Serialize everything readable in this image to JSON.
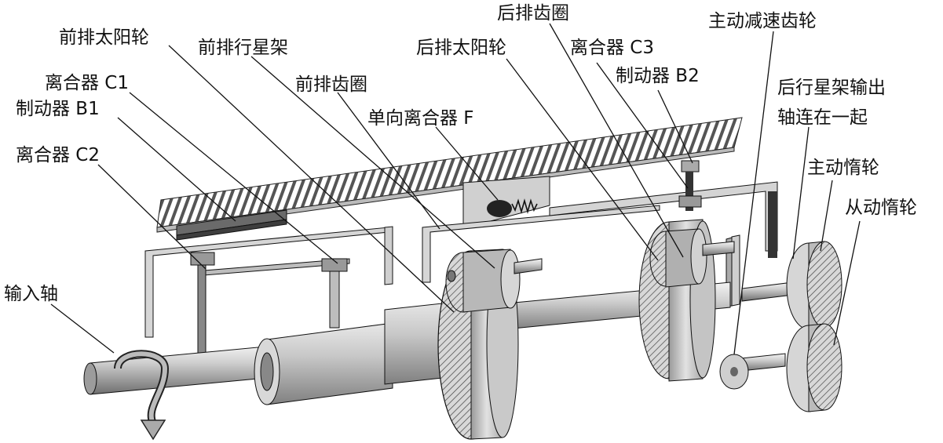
{
  "labels": {
    "front_sun_gear": "前排太阳轮",
    "front_planet_carrier": "前排行星架",
    "clutch_c1": "离合器 C1",
    "brake_b1": "制动器 B1",
    "clutch_c2": "离合器 C2",
    "input_shaft": "输入轴",
    "front_ring_gear": "前排齿圈",
    "one_way_clutch_f": "单向离合器 F",
    "rear_sun_gear": "后排太阳轮",
    "rear_ring_gear": "后排齿圈",
    "clutch_c3": "离合器 C3",
    "brake_b2": "制动器 B2",
    "drive_reduction_gear": "主动减速齿轮",
    "rear_carrier_output_line1": "后行星架输出",
    "rear_carrier_output_line2": "轴连在一起",
    "drive_idler": "主动惰轮",
    "driven_idler": "从动惰轮"
  },
  "colors": {
    "line": "#111111",
    "metal_light": "#e6e6e6",
    "metal_mid": "#bdbdbd",
    "metal_dark": "#7a7a7a",
    "bracket": "#d4d4d4",
    "hatch": "#444444"
  }
}
